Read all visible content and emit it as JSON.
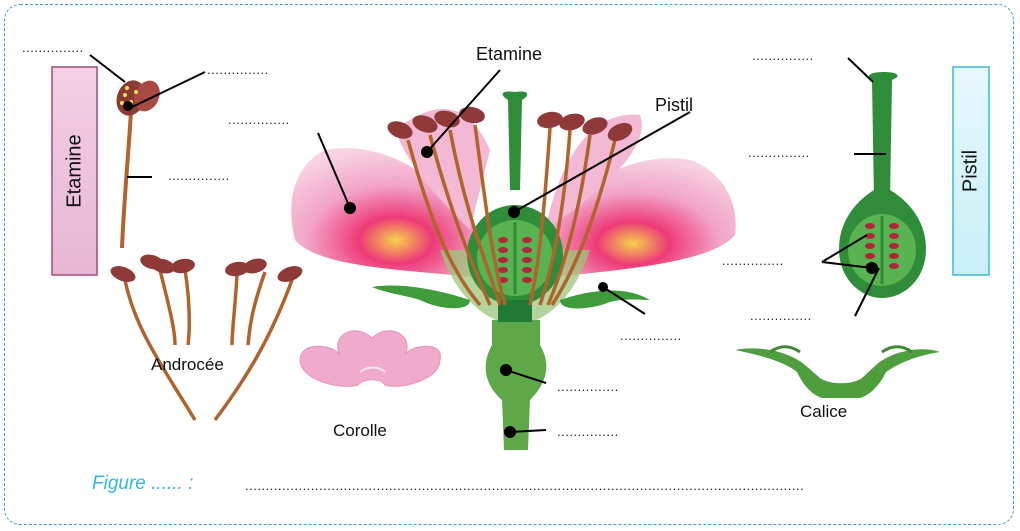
{
  "diagram": {
    "labels": {
      "etamine_top": "Etamine",
      "pistil_top": "Pistil",
      "androcee": "Androcée",
      "corolle": "Corolle",
      "calice": "Calice"
    },
    "side_boxes": {
      "left": "Etamine",
      "right": "Pistil"
    },
    "blanks": {
      "b1": "...............",
      "b2": "...............",
      "b3": "...............",
      "b4": "...............",
      "b5": "...............",
      "b6": "...............",
      "b7": "...............",
      "b8": "...............",
      "b9": "...............",
      "b10": "...............",
      "b11": "...............",
      "b12": "..............."
    },
    "figure": {
      "caption": "Figure ...... :",
      "blank": "........................................................................................................................................"
    }
  }
}
